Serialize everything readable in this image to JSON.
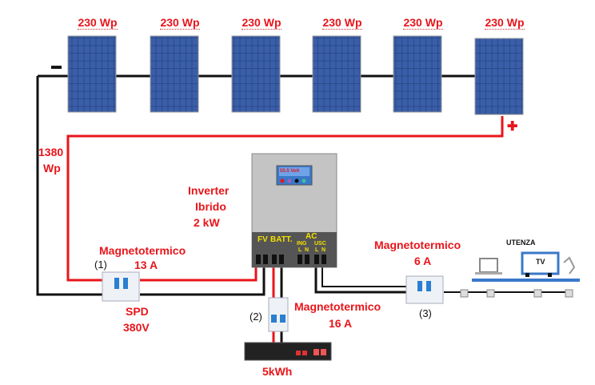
{
  "panels": [
    {
      "label": "230 Wp"
    },
    {
      "label": "230 Wp"
    },
    {
      "label": "230 Wp"
    },
    {
      "label": "230 Wp"
    },
    {
      "label": "230 Wp"
    },
    {
      "label": "230 Wp"
    }
  ],
  "array_power": {
    "line1": "1380",
    "line2": "Wp"
  },
  "polarity": {
    "minus": "▬",
    "plus": "✚"
  },
  "inverter": {
    "title1": "Inverter",
    "title2": "Ibrido",
    "title3": "2 kW",
    "display": "55.5 Volt",
    "fv": "FV",
    "batt": "BATT.",
    "ac": "AC",
    "ing": "ING",
    "usc": "USC",
    "l": "L",
    "n": "N"
  },
  "breaker1": {
    "num": "(1)",
    "title": "Magnetotermico",
    "rating": "13 A"
  },
  "spd": {
    "title": "SPD",
    "rating": "380V"
  },
  "breaker2": {
    "num": "(2)",
    "title": "Magnetotermico",
    "rating": "16 A"
  },
  "breaker3": {
    "num": "(3)",
    "title": "Magnetotermico",
    "rating": "6 A"
  },
  "battery": {
    "label": "5kWh"
  },
  "load": {
    "title": "UTENZA",
    "tv": "TV"
  },
  "colors": {
    "red": "#e8151b",
    "panel": "#2c4a8c",
    "wire": "#111111"
  }
}
